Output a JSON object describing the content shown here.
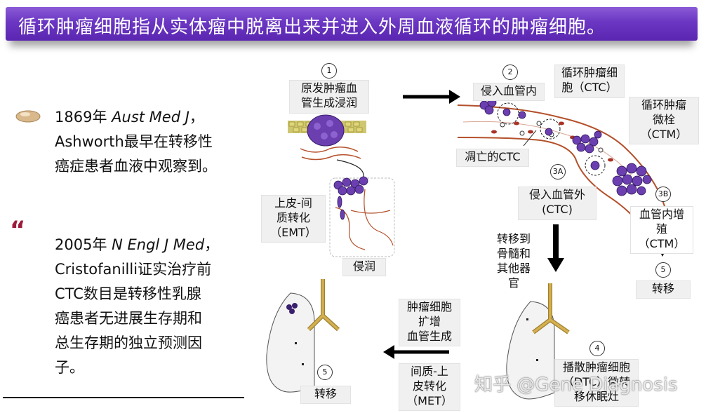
{
  "banner": {
    "title": "循环肿瘤细胞指从实体瘤中脱离出来并进入外周血液循环的肿瘤细胞。"
  },
  "left": {
    "item1": {
      "year": "1869年",
      "journal": "Aust Med J",
      "sep": "，",
      "line2": "Ashworth最早在转移性",
      "line3": "癌症患者血液中观察到。"
    },
    "item2": {
      "year": "2005年",
      "journal": "N Engl J Med",
      "sep": "，",
      "line2": "Cristofanilli证实治疗前",
      "line3": "CTC数目是转移性乳腺",
      "line4": "癌患者无进展生存期和",
      "line5": "总生存期的独立预测因",
      "line6": "子。"
    }
  },
  "diagram": {
    "step_numbers": [
      "1",
      "2",
      "3A",
      "3B",
      "5",
      "4",
      "5"
    ],
    "labels": {
      "primary_angio": "原发肿瘤血\n管生成浸润",
      "intravasation": "侵入血管内",
      "ctc": "循环肿瘤细\n胞（CTC）",
      "ctm": "循环肿瘤\n微栓\n（CTM）",
      "apoptotic_ctc": "凋亡的CTC",
      "extravasation": "侵入血管外\n(CTC)",
      "emt": "上皮-间\n质转化\n（EMT）",
      "invasion": "侵润",
      "to_bone": "转移到\n骨髓和\n其他器\n官",
      "intravascular_growth": "血管内增\n殖\n（CTM）",
      "metastasis_right": "转移",
      "tumor_growth": "肿瘤细胞\n扩增\n血管生成",
      "met": "间质-上\n皮转化\n（MET）",
      "dtc": "播散肿瘤细胞\n（DTC）微转\n移休眠灶",
      "metastasis_left": "转移"
    }
  },
  "watermark": "知乎 @Gene Diagnosis",
  "colors": {
    "banner": "#6a36c2",
    "cell": "#6b3fb0",
    "vessel": "#b4502a",
    "quote": "#9b1c3b"
  }
}
